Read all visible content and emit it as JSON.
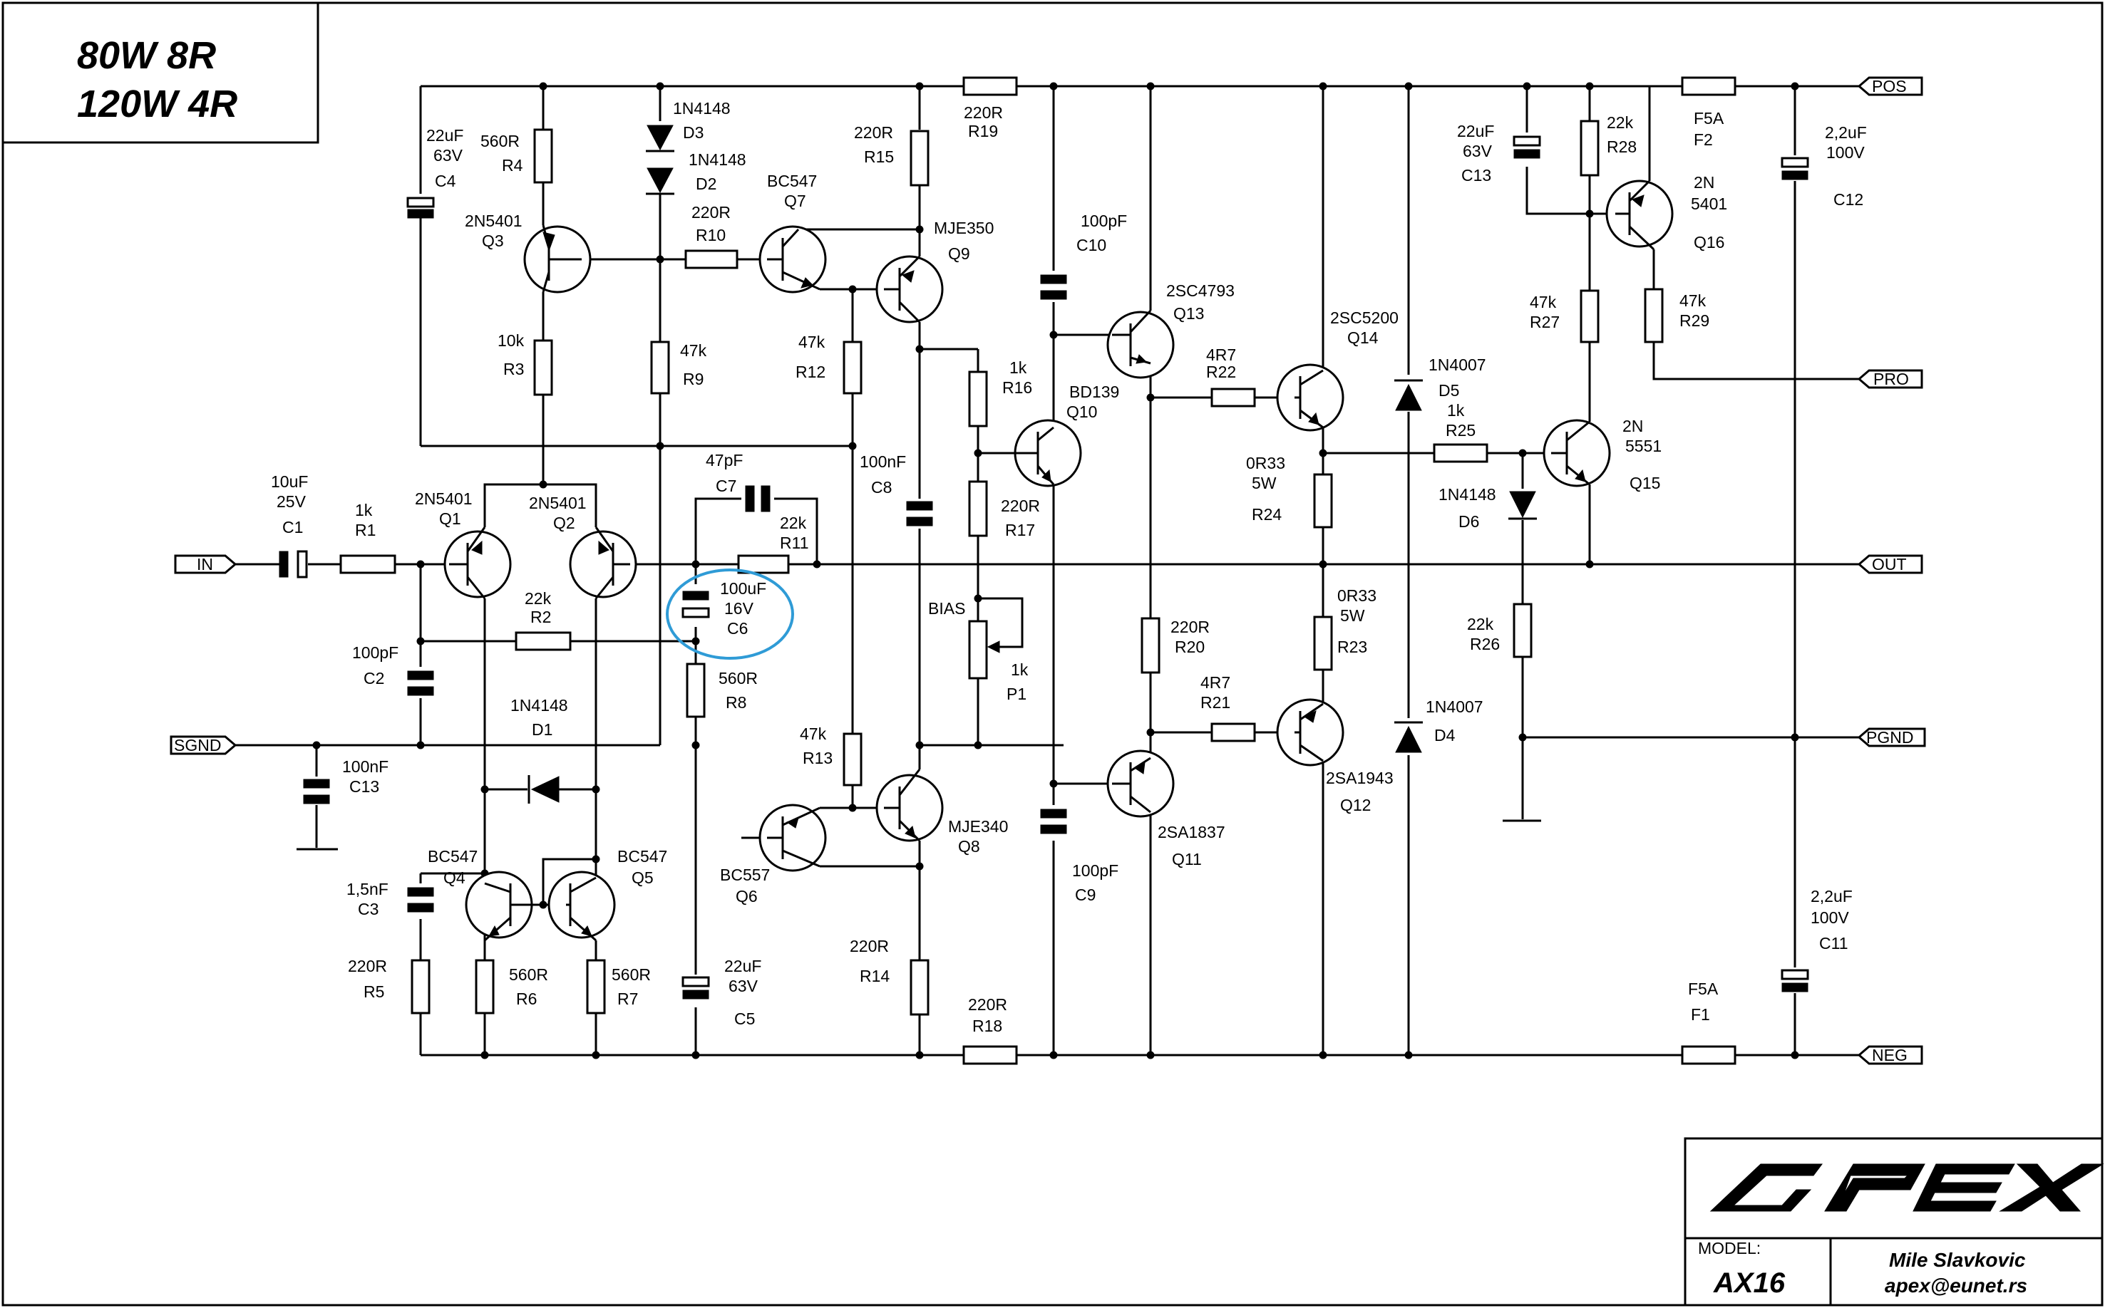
{
  "title": {
    "line1": "80W 8R",
    "line2": "120W 4R"
  },
  "connectors": [
    {
      "key": "pos",
      "label": "POS"
    },
    {
      "key": "pro",
      "label": "PRO"
    },
    {
      "key": "out",
      "label": "OUT"
    },
    {
      "key": "pgnd",
      "label": "PGND"
    },
    {
      "key": "neg",
      "label": "NEG"
    },
    {
      "key": "in",
      "label": "IN"
    },
    {
      "key": "sgnd",
      "label": "SGND"
    }
  ],
  "components": {
    "c1": {
      "ref": "C1",
      "value": "10uF",
      "rating": "25V"
    },
    "r1": {
      "ref": "R1",
      "value": "1k"
    },
    "q1": {
      "ref": "Q1",
      "type": "2N5401"
    },
    "q2": {
      "ref": "Q2",
      "type": "2N5401"
    },
    "q3": {
      "ref": "Q3",
      "type": "2N5401"
    },
    "c4": {
      "ref": "C4",
      "value": "22uF",
      "rating": "63V"
    },
    "r4": {
      "ref": "R4",
      "value": "560R"
    },
    "r3": {
      "ref": "R3",
      "value": "10k"
    },
    "d3": {
      "ref": "D3",
      "type": "1N4148"
    },
    "d2": {
      "ref": "D2",
      "type": "1N4148"
    },
    "r10": {
      "ref": "R10",
      "value": "220R"
    },
    "r9": {
      "ref": "R9",
      "value": "47k"
    },
    "q7": {
      "ref": "Q7",
      "type": "BC547"
    },
    "r15": {
      "ref": "R15",
      "value": "220R"
    },
    "r19": {
      "ref": "R19",
      "value": "220R"
    },
    "q9": {
      "ref": "Q9",
      "type": "MJE350"
    },
    "r12": {
      "ref": "R12",
      "value": "47k"
    },
    "c10": {
      "ref": "C10",
      "value": "100pF"
    },
    "q13": {
      "ref": "Q13",
      "type": "2SC4793"
    },
    "r16": {
      "ref": "R16",
      "value": "1k"
    },
    "q10": {
      "ref": "Q10",
      "type": "BD139"
    },
    "r22": {
      "ref": "R22",
      "value": "4R7"
    },
    "q14": {
      "ref": "Q14",
      "type": "2SC5200"
    },
    "d5": {
      "ref": "D5",
      "type": "1N4007"
    },
    "r25": {
      "ref": "R25",
      "value": "1k"
    },
    "q15": {
      "ref": "Q15",
      "type": "2N",
      "type2": "5551"
    },
    "c13a": {
      "ref": "C13",
      "value": "22uF",
      "rating": "63V"
    },
    "r28": {
      "ref": "R28",
      "value": "22k"
    },
    "f2": {
      "ref": "F2",
      "value": "F5A"
    },
    "c12": {
      "ref": "C12",
      "value": "2,2uF",
      "rating": "100V"
    },
    "q16": {
      "ref": "Q16",
      "type": "2N",
      "type2": "5401"
    },
    "r27": {
      "ref": "R27",
      "value": "47k"
    },
    "r29": {
      "ref": "R29",
      "value": "47k"
    },
    "c7": {
      "ref": "C7",
      "value": "47pF"
    },
    "r11": {
      "ref": "R11",
      "value": "22k"
    },
    "c6": {
      "ref": "C6",
      "value": "100uF",
      "rating": "16V"
    },
    "c8": {
      "ref": "C8",
      "value": "100nF"
    },
    "r17": {
      "ref": "R17",
      "value": "220R"
    },
    "p1": {
      "ref": "P1",
      "value": "1k",
      "name": "BIAS"
    },
    "r24": {
      "ref": "R24",
      "value": "0R33",
      "rating": "5W"
    },
    "d6": {
      "ref": "D6",
      "type": "1N4148"
    },
    "r2": {
      "ref": "R2",
      "value": "22k"
    },
    "c2": {
      "ref": "C2",
      "value": "100pF"
    },
    "r8": {
      "ref": "R8",
      "value": "560R"
    },
    "d1": {
      "ref": "D1",
      "type": "1N4148"
    },
    "c13b": {
      "ref": "C13",
      "value": "100nF"
    },
    "r20": {
      "ref": "R20",
      "value": "220R"
    },
    "r23": {
      "ref": "R23",
      "value": "0R33",
      "rating": "5W"
    },
    "r26": {
      "ref": "R26",
      "value": "22k"
    },
    "d4": {
      "ref": "D4",
      "type": "1N4007"
    },
    "r21": {
      "ref": "R21",
      "value": "4R7"
    },
    "r13": {
      "ref": "R13",
      "value": "47k"
    },
    "q8": {
      "ref": "Q8",
      "type": "MJE340"
    },
    "q6": {
      "ref": "Q6",
      "type": "BC557"
    },
    "q11": {
      "ref": "Q11",
      "type": "2SA1837"
    },
    "q12": {
      "ref": "Q12",
      "type": "2SA1943"
    },
    "c9": {
      "ref": "C9",
      "value": "100pF"
    },
    "q4": {
      "ref": "Q4",
      "type": "BC547"
    },
    "q5": {
      "ref": "Q5",
      "type": "BC547"
    },
    "c3": {
      "ref": "C3",
      "value": "1,5nF"
    },
    "r5": {
      "ref": "R5",
      "value": "220R"
    },
    "r6": {
      "ref": "R6",
      "value": "560R"
    },
    "r7": {
      "ref": "R7",
      "value": "560R"
    },
    "c5": {
      "ref": "C5",
      "value": "22uF",
      "rating": "63V"
    },
    "r14": {
      "ref": "R14",
      "value": "220R"
    },
    "r18": {
      "ref": "R18",
      "value": "220R"
    },
    "f1": {
      "ref": "F1",
      "value": "F5A"
    },
    "c11": {
      "ref": "C11",
      "value": "2,2uF",
      "rating": "100V"
    }
  },
  "title_block": {
    "brand": "APEX",
    "model_label": "MODEL:",
    "model": "AX16",
    "author": "Mile Slavkovic",
    "email": "apex@eunet.rs"
  },
  "highlight_color": "#2f9bd6"
}
